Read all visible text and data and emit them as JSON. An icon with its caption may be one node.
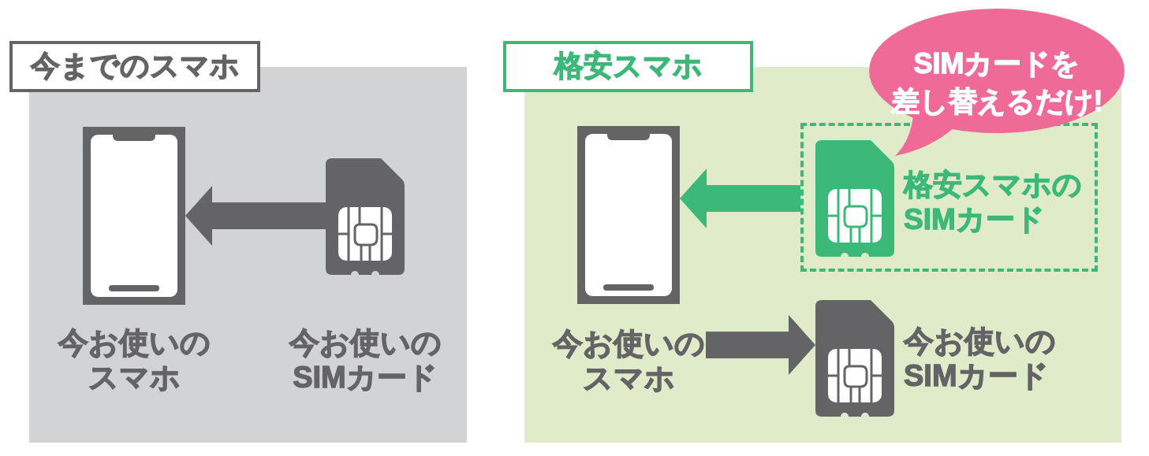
{
  "diagram": {
    "nodes": [
      {
        "text": [
          "今までのスマホ"
        ]
      },
      {
        "text": [],
        "shape": "picture",
        "beside": [
          "今お使いのスマホ"
        ],
        "in": 0
      },
      {
        "text": [],
        "shape": "picture",
        "beside": [
          "今お使いのSIMカード"
        ],
        "in": 0
      },
      {
        "text": [
          "格安スマホ"
        ]
      },
      {
        "text": [
          "SIMカードを差し替えるだけ!"
        ]
      },
      {
        "text": [],
        "shape": "picture",
        "beside": [
          "今お使いのスマホ"
        ],
        "in": 3
      },
      {
        "text": [
          "格安スマホのSIMカード"
        ],
        "in": 3
      },
      {
        "text": [],
        "shape": "picture",
        "in": 6
      },
      {
        "text": [],
        "shape": "picture",
        "beside": [
          "今お使いのSIMカード"
        ],
        "in": 3
      }
    ],
    "edges": [
      {
        "from": 2,
        "to": 1,
        "arrow": "to"
      },
      {
        "from": 6,
        "to": 5,
        "arrow": "to",
        "color": "#3cb878"
      },
      {
        "from": 5,
        "to": 8,
        "arrow": "to"
      }
    ]
  }
}
